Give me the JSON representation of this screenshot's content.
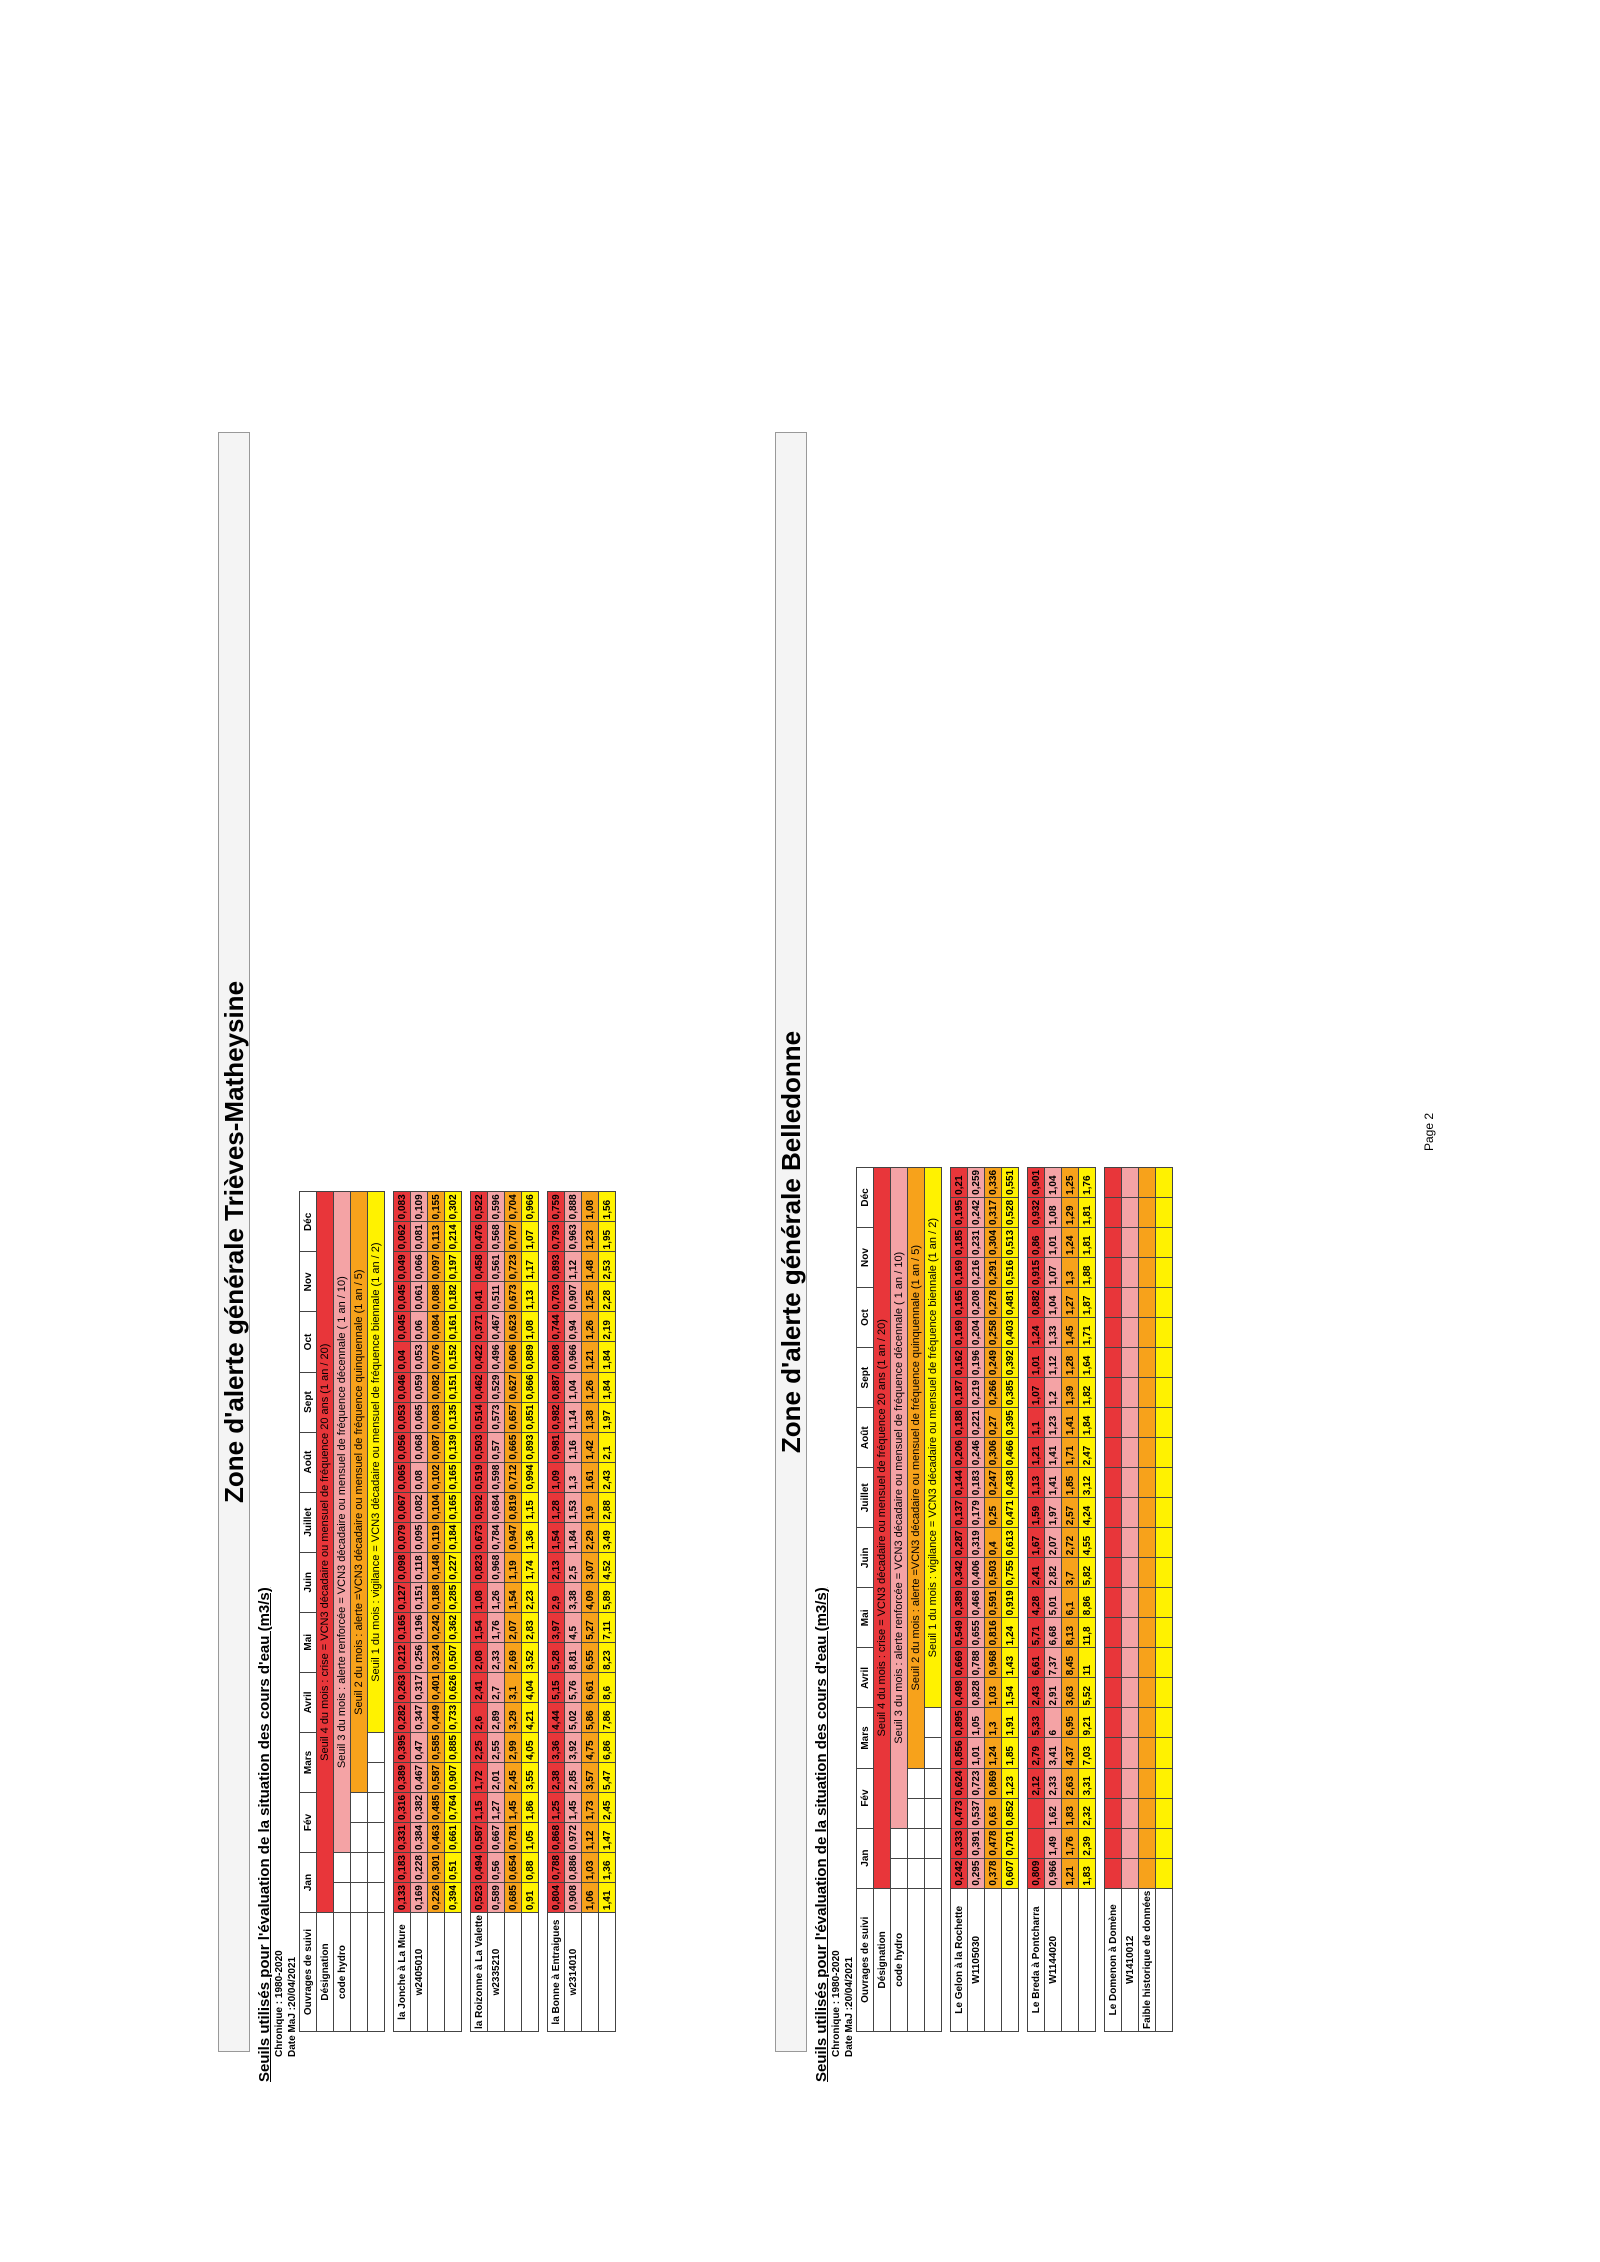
{
  "page_label": "Page 2",
  "legend_common": {
    "chronique": "Chronique : 1980-2020",
    "subtitle": "Seuils utilisés pour l'évaluation de la situation des cours d'eau (m3/s)",
    "ouvrages": "Ouvrages de suivi",
    "designation": "Désignation",
    "code": "code hydro",
    "seuils": [
      "Seuil 4 du mois : crise = VCN3 décadaire ou mensuel de fréquence 20 ans (1 an / 20)",
      "Seuil 3 du mois : alerte renforcée = VCN3 décadaire ou mensuel de fréquence décennale ( 1 an / 10)",
      "Seuil 2 du mois : alerte =VCN3 décadaire ou mensuel de fréquence quinquennale (1 an / 5)",
      "Seuil 1 du mois : vigilance = VCN3 décadaire ou mensuel de fréquence biennale (1 an / 2)"
    ]
  },
  "months": [
    "Jan",
    "Fév",
    "Mars",
    "Avril",
    "Mai",
    "Juin",
    "Juillet",
    "Août",
    "Sept",
    "Oct",
    "Nov",
    "Déc"
  ],
  "sections": [
    {
      "title": "Zone d'alerte générale Trièves-Matheysine",
      "date_maj": "Date MaJ :20/04/2021",
      "stations": [
        {
          "name": "la Jonche à La Mure",
          "code": "w2405010",
          "rows": [
            [
              "0,133",
              "0,183",
              "0,331",
              "0,316",
              "0,389",
              "0,395",
              "0,282",
              "0,263",
              "0,212",
              "0,165",
              "0,127",
              "0,098",
              "0,079",
              "0,067",
              "0,065",
              "0,056",
              "0,053",
              "0,046",
              "0,04",
              "0,045",
              "0,045",
              "0,049",
              "0,062",
              "0,083"
            ],
            [
              "0,169",
              "0,228",
              "0,384",
              "0,382",
              "0,467",
              "0,47",
              "0,347",
              "0,317",
              "0,256",
              "0,196",
              "0,151",
              "0,118",
              "0,095",
              "0,082",
              "0,08",
              "0,068",
              "0,065",
              "0,059",
              "0,053",
              "0,06",
              "0,061",
              "0,066",
              "0,081",
              "0,109"
            ],
            [
              "0,226",
              "0,301",
              "0,463",
              "0,485",
              "0,587",
              "0,585",
              "0,449",
              "0,401",
              "0,324",
              "0,242",
              "0,188",
              "0,148",
              "0,119",
              "0,104",
              "0,102",
              "0,087",
              "0,083",
              "0,082",
              "0,076",
              "0,084",
              "0,088",
              "0,097",
              "0,113",
              "0,155"
            ],
            [
              "0,394",
              "0,51",
              "0,661",
              "0,764",
              "0,907",
              "0,885",
              "0,733",
              "0,626",
              "0,507",
              "0,362",
              "0,285",
              "0,227",
              "0,184",
              "0,165",
              "0,165",
              "0,139",
              "0,135",
              "0,151",
              "0,152",
              "0,161",
              "0,182",
              "0,197",
              "0,214",
              "0,302"
            ]
          ]
        },
        {
          "name": "la Roizonne à La Valette",
          "code": "w2335210",
          "rows": [
            [
              "0,523",
              "0,494",
              "0,587",
              "1,15",
              "1,72",
              "2,25",
              "2,6",
              "2,41",
              "2,08",
              "1,54",
              "1,08",
              "0,823",
              "0,673",
              "0,592",
              "0,519",
              "0,503",
              "0,514",
              "0,462",
              "0,422",
              "0,371",
              "0,41",
              "0,458",
              "0,476",
              "0,522"
            ],
            [
              "0,589",
              "0,56",
              "0,667",
              "1,27",
              "2,01",
              "2,55",
              "2,89",
              "2,7",
              "2,33",
              "1,76",
              "1,26",
              "0,968",
              "0,784",
              "0,684",
              "0,598",
              "0,57",
              "0,573",
              "0,529",
              "0,496",
              "0,467",
              "0,511",
              "0,561",
              "0,568",
              "0,596"
            ],
            [
              "0,685",
              "0,654",
              "0,781",
              "1,45",
              "2,45",
              "2,99",
              "3,29",
              "3,1",
              "2,69",
              "2,07",
              "1,54",
              "1,19",
              "0,947",
              "0,819",
              "0,712",
              "0,665",
              "0,657",
              "0,627",
              "0,606",
              "0,623",
              "0,673",
              "0,723",
              "0,707",
              "0,704"
            ],
            [
              "0,91",
              "0,88",
              "1,05",
              "1,86",
              "3,55",
              "4,05",
              "4,21",
              "4,04",
              "3,52",
              "2,83",
              "2,23",
              "1,74",
              "1,36",
              "1,15",
              "0,994",
              "0,893",
              "0,851",
              "0,866",
              "0,889",
              "1,08",
              "1,13",
              "1,17",
              "1,07",
              "0,966"
            ]
          ]
        },
        {
          "name": "la Bonne à Entraigues",
          "code": "w2314010",
          "rows": [
            [
              "0,804",
              "0,788",
              "0,868",
              "1,25",
              "2,38",
              "3,36",
              "4,44",
              "5,15",
              "5,28",
              "3,97",
              "2,9",
              "2,13",
              "1,54",
              "1,28",
              "1,09",
              "0,981",
              "0,982",
              "0,887",
              "0,808",
              "0,744",
              "0,703",
              "0,893",
              "0,793",
              "0,759"
            ],
            [
              "0,908",
              "0,886",
              "0,972",
              "1,45",
              "2,85",
              "3,92",
              "5,02",
              "5,76",
              "8,81",
              "4,5",
              "3,38",
              "2,5",
              "1,84",
              "1,53",
              "1,3",
              "1,16",
              "1,14",
              "1,04",
              "0,966",
              "0,94",
              "0,907",
              "1,12",
              "0,963",
              "0,888"
            ],
            [
              "1,06",
              "1,03",
              "1,12",
              "1,73",
              "3,57",
              "4,75",
              "5,86",
              "6,61",
              "6,55",
              "5,27",
              "4,09",
              "3,07",
              "2,29",
              "1,9",
              "1,61",
              "1,42",
              "1,38",
              "1,26",
              "1,21",
              "1,26",
              "1,25",
              "1,48",
              "1,23",
              "1,08"
            ],
            [
              "1,41",
              "1,36",
              "1,47",
              "2,45",
              "5,47",
              "6,86",
              "7,86",
              "8,6",
              "8,23",
              "7,11",
              "5,89",
              "4,52",
              "3,49",
              "2,88",
              "2,43",
              "2,1",
              "1,97",
              "1,84",
              "1,84",
              "2,19",
              "2,28",
              "2,53",
              "1,95",
              "1,56"
            ]
          ]
        }
      ]
    },
    {
      "title": "Zone d'alerte générale Belledonne",
      "date_maj": "Date MaJ :20/04/2021",
      "stations": [
        {
          "name": "Le Gelon à la Rochette",
          "code": "W1105030",
          "rows": [
            [
              "0,242",
              "0,333",
              "0,473",
              "0,624",
              "0,856",
              "0,895",
              "0,498",
              "0,669",
              "0,549",
              "0,389",
              "0,342",
              "0,287",
              "0,137",
              "0,144",
              "0,206",
              "0,188",
              "0,187",
              "0,162",
              "0,169",
              "0,165",
              "0,169",
              "0,185",
              "0,195",
              "0,21"
            ],
            [
              "0,295",
              "0,391",
              "0,537",
              "0,723",
              "1,01",
              "1,05",
              "0,828",
              "0,788",
              "0,655",
              "0,468",
              "0,406",
              "0,319",
              "0,179",
              "0,183",
              "0,246",
              "0,221",
              "0,219",
              "0,196",
              "0,204",
              "0,208",
              "0,216",
              "0,231",
              "0,242",
              "0,259"
            ],
            [
              "0,378",
              "0,478",
              "0,63",
              "0,869",
              "1,24",
              "1,3",
              "1,03",
              "0,968",
              "0,816",
              "0,591",
              "0,503",
              "0,4",
              "0,25",
              "0,247",
              "0,306",
              "0,27",
              "0,266",
              "0,249",
              "0,258",
              "0,278",
              "0,291",
              "0,304",
              "0,317",
              "0,336"
            ],
            [
              "0,607",
              "0,701",
              "0,852",
              "1,23",
              "1,85",
              "1,91",
              "1,54",
              "1,43",
              "1,24",
              "0,919",
              "0,755",
              "0,613",
              "0,471",
              "0,438",
              "0,466",
              "0,395",
              "0,385",
              "0,392",
              "0,403",
              "0,481",
              "0,516",
              "0,513",
              "0,528",
              "0,551"
            ]
          ]
        },
        {
          "name": "Le Breda à Pontcharra",
          "code": "W1144020",
          "rows": [
            [
              "0,809",
              "",
              "",
              "2,12",
              "2,79",
              "5,33",
              "2,43",
              "6,61",
              "5,71",
              "4,28",
              "2,41",
              "1,67",
              "1,59",
              "1,13",
              "1,21",
              "1,1",
              "1,07",
              "1,01",
              "1,24",
              "0,882",
              "0,915",
              "0,86",
              "0,932",
              "0,901"
            ],
            [
              "0,966",
              "1,49",
              "1,62",
              "2,33",
              "3,41",
              "6",
              "2,91",
              "7,37",
              "6,68",
              "5,01",
              "2,82",
              "2,07",
              "1,97",
              "1,41",
              "1,41",
              "1,23",
              "1,2",
              "1,12",
              "1,33",
              "1,04",
              "1,07",
              "1,01",
              "1,08",
              "1,04"
            ],
            [
              "1,21",
              "1,76",
              "1,83",
              "2,63",
              "4,37",
              "6,95",
              "3,63",
              "8,45",
              "8,13",
              "6,1",
              "3,7",
              "2,72",
              "2,57",
              "1,85",
              "1,71",
              "1,41",
              "1,39",
              "1,28",
              "1,45",
              "1,27",
              "1,3",
              "1,24",
              "1,29",
              "1,25"
            ],
            [
              "1,83",
              "2,39",
              "2,32",
              "3,31",
              "7,03",
              "9,21",
              "5,52",
              "11",
              "11,8",
              "8,86",
              "5,82",
              "4,55",
              "4,24",
              "3,12",
              "2,47",
              "1,84",
              "1,82",
              "1,64",
              "1,71",
              "1,87",
              "1,88",
              "1,81",
              "1,81",
              "1,76"
            ]
          ]
        },
        {
          "name": "Le Domenon à Domène",
          "code": "W1410012",
          "note": "Faible historique de données",
          "rows": [
            [
              "",
              "",
              "",
              "",
              "",
              "",
              "",
              "",
              "",
              "",
              "",
              "",
              "",
              "",
              "",
              "",
              "",
              "",
              "",
              "",
              "",
              "",
              "",
              ""
            ],
            [
              "",
              "",
              "",
              "",
              "",
              "",
              "",
              "",
              "",
              "",
              "",
              "",
              "",
              "",
              "",
              "",
              "",
              "",
              "",
              "",
              "",
              "",
              "",
              ""
            ],
            [
              "",
              "",
              "",
              "",
              "",
              "",
              "",
              "",
              "",
              "",
              "",
              "",
              "",
              "",
              "",
              "",
              "",
              "",
              "",
              "",
              "",
              "",
              "",
              ""
            ],
            [
              "",
              "",
              "",
              "",
              "",
              "",
              "",
              "",
              "",
              "",
              "",
              "",
              "",
              "",
              "",
              "",
              "",
              "",
              "",
              "",
              "",
              "",
              "",
              ""
            ]
          ]
        }
      ]
    }
  ],
  "colors": {
    "crise": "#e8363a",
    "alerte_renforcee": "#f4a3a5",
    "alerte": "#f7a21b",
    "vigilance": "#fff200"
  }
}
